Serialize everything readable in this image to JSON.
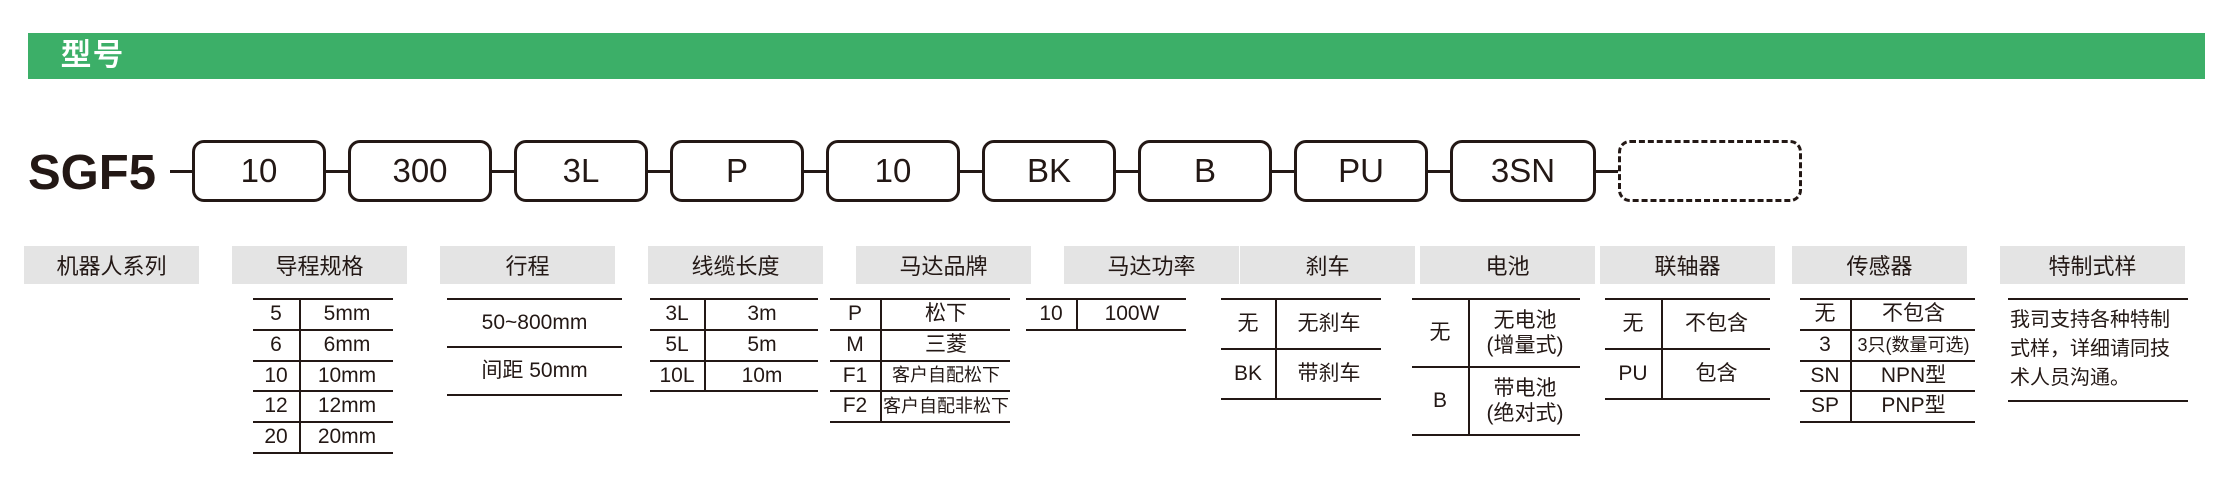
{
  "header": {
    "title": "型号",
    "accent_color": "#3caf68"
  },
  "model_code": {
    "prefix": "SGF5",
    "boxes": [
      {
        "value": "10",
        "dashed": false
      },
      {
        "value": "300",
        "dashed": false
      },
      {
        "value": "3L",
        "dashed": false
      },
      {
        "value": "P",
        "dashed": false
      },
      {
        "value": "10",
        "dashed": false
      },
      {
        "value": "BK",
        "dashed": false
      },
      {
        "value": "B",
        "dashed": false
      },
      {
        "value": "PU",
        "dashed": false
      },
      {
        "value": "3SN",
        "dashed": false
      },
      {
        "value": "",
        "dashed": true
      }
    ]
  },
  "columns": [
    {
      "header": "机器人系列",
      "rows": []
    },
    {
      "header": "导程规格",
      "rows": [
        {
          "code": "5",
          "desc": "5mm"
        },
        {
          "code": "6",
          "desc": "6mm"
        },
        {
          "code": "10",
          "desc": "10mm"
        },
        {
          "code": "12",
          "desc": "12mm"
        },
        {
          "code": "20",
          "desc": "20mm"
        }
      ]
    },
    {
      "header": "行程",
      "rows": [
        {
          "desc": "50~800mm"
        },
        {
          "desc": "间距 50mm"
        }
      ]
    },
    {
      "header": "线缆长度",
      "rows": [
        {
          "code": "3L",
          "desc": "3m"
        },
        {
          "code": "5L",
          "desc": "5m"
        },
        {
          "code": "10L",
          "desc": "10m"
        }
      ]
    },
    {
      "header": "马达品牌",
      "rows": [
        {
          "code": "P",
          "desc": "松下"
        },
        {
          "code": "M",
          "desc": "三菱"
        },
        {
          "code": "F1",
          "desc": "客户自配松下"
        },
        {
          "code": "F2",
          "desc": "客户自配非松下"
        }
      ]
    },
    {
      "header": "马达功率",
      "rows": [
        {
          "code": "10",
          "desc": "100W"
        }
      ]
    },
    {
      "header": "刹车",
      "rows": [
        {
          "code": "无",
          "desc": "无刹车"
        },
        {
          "code": "BK",
          "desc": "带刹车"
        }
      ]
    },
    {
      "header": "电池",
      "rows": [
        {
          "code": "无",
          "desc": "无电池\n(增量式)"
        },
        {
          "code": "B",
          "desc": "带电池\n(绝对式)"
        }
      ]
    },
    {
      "header": "联轴器",
      "rows": [
        {
          "code": "无",
          "desc": "不包含"
        },
        {
          "code": "PU",
          "desc": "包含"
        }
      ]
    },
    {
      "header": "传感器",
      "rows": [
        {
          "code": "无",
          "desc": "不包含"
        },
        {
          "code": "3",
          "desc": "3只(数量可选)"
        },
        {
          "code": "SN",
          "desc": "NPN型"
        },
        {
          "code": "SP",
          "desc": "PNP型"
        }
      ]
    },
    {
      "header": "特制式样",
      "note": "我司支持各种特制式样，详细请同技术人员沟通。"
    }
  ]
}
